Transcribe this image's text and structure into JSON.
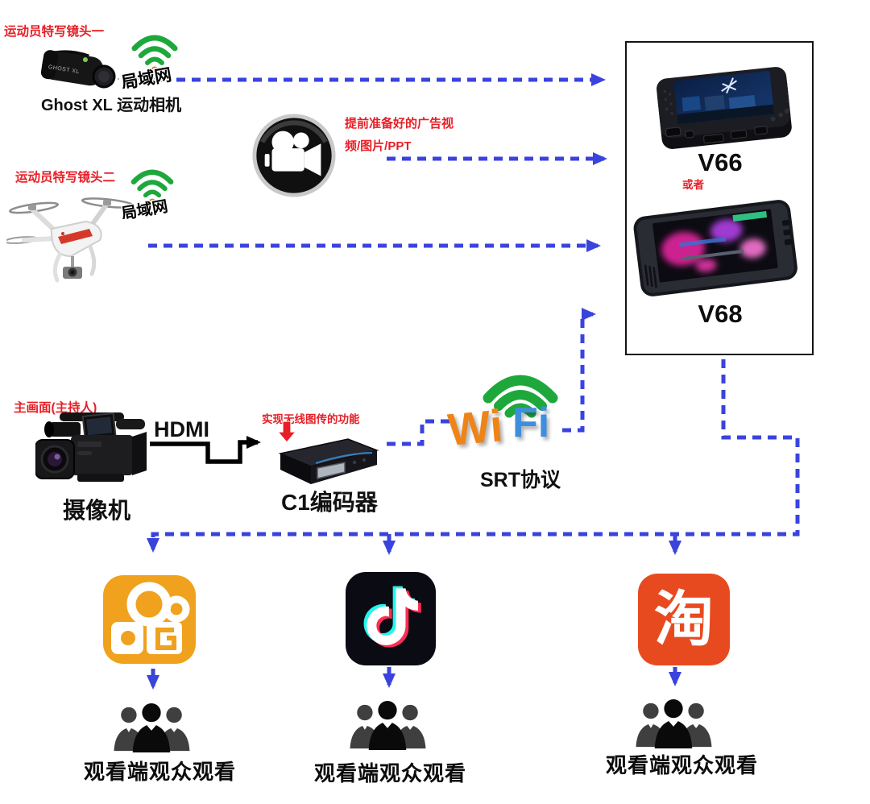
{
  "colors": {
    "arrow_blue": "#3a43dd",
    "label_red": "#e81e26",
    "wifi_green": "#1ea83c",
    "lan_dot_orange": "#c8841c",
    "kuaishou_orange": "#f0a11e",
    "taobao_orange": "#e84a1f",
    "douyin_black": "#0b0b14",
    "wi_orange": "#ee8418",
    "fi_blue": "#3e8edd"
  },
  "sources": {
    "athlete_cam1_label": "运动员特写镜头一",
    "ghost_caption": "Ghost XL 运动相机",
    "ghost_body_text": "GHOST XL",
    "lan_label": "局域网",
    "athlete_cam2_label": "运动员特写镜头二",
    "ad_note_line1": "提前准备好的广告视",
    "ad_note_line2": "频/图片/PPT",
    "main_scene_label": "主画面(主持人)",
    "camcorder_caption": "摄像机",
    "hdmi_label": "HDMI"
  },
  "encoder": {
    "note": "实现无线图传的功能",
    "caption": "C1编码器"
  },
  "wifi": {
    "wi": "Wi",
    "fi": "Fi",
    "protocol_caption": "SRT协议"
  },
  "switcher": {
    "v66_label": "V66",
    "or_label": "或者",
    "v68_label": "V68"
  },
  "platforms": {
    "taobao_glyph": "淘",
    "viewers_caption": "观看端观众观看"
  }
}
